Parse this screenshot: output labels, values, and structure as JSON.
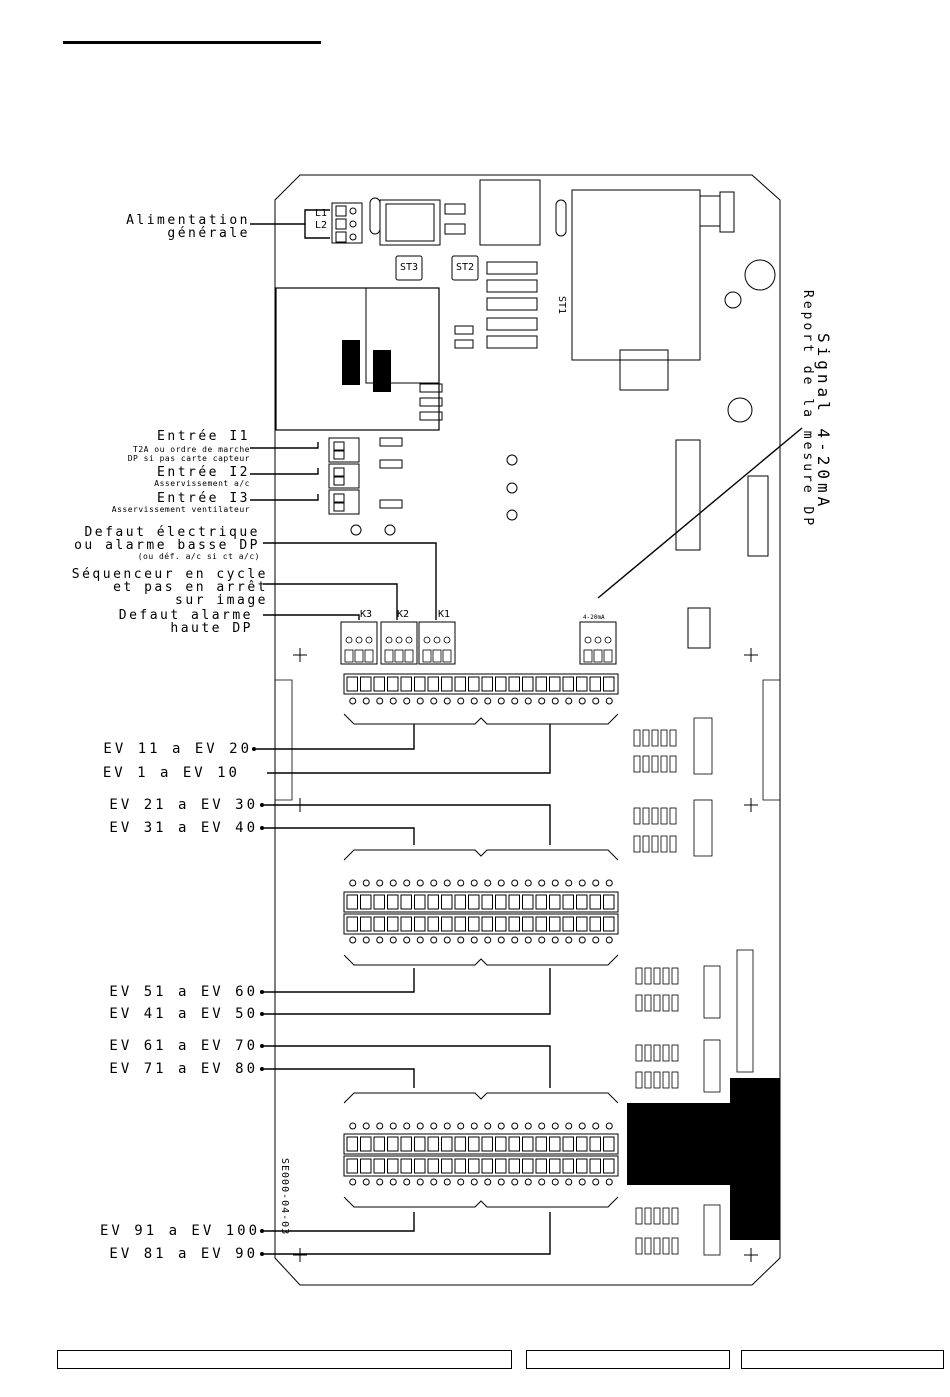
{
  "callouts": {
    "alimentation": "Alimentation\ngénérale",
    "entree1_title": "Entrée I1",
    "entree1_sub": "T2A ou ordre de marche\nDP si pas carte capteur",
    "entree2_title": "Entrée I2",
    "entree2_sub": "Asservissement a/c",
    "entree3_title": "Entrée I3",
    "entree3_sub": "Asservissement ventilateur",
    "defaut_elec": "Defaut électrique\nou alarme basse DP",
    "defaut_elec_sub": "(ou déf. a/c si ct a/c)",
    "sequenceur": "Séquenceur en cycle\net pas en arrêt\nsur image",
    "defaut_alarme": "Defaut alarme\nhaute DP",
    "signal": "Signal 4-20mA",
    "report": "Report de la mesure DP"
  },
  "relays": {
    "k3": "K3",
    "k2": "K2",
    "k1": "K1"
  },
  "board_labels": {
    "l1": "L1",
    "l2": "L2",
    "st3": "ST3",
    "st2": "ST2",
    "st1": "ST1",
    "ma_4_20": "4-20mA",
    "ref": "SE000-04-03"
  },
  "ev_labels": [
    "EV 11 a EV 20",
    "EV 1 a EV 10",
    "EV 21 a EV 30",
    "EV 31 a EV 40",
    "EV 51 a EV 60",
    "EV 41 a EV 50",
    "EV 61 a EV 70",
    "EV 71 a EV 80",
    "EV 91 a EV 100",
    "EV 81 a EV 90"
  ],
  "colors": {
    "ink": "#000000",
    "paper": "#ffffff"
  }
}
